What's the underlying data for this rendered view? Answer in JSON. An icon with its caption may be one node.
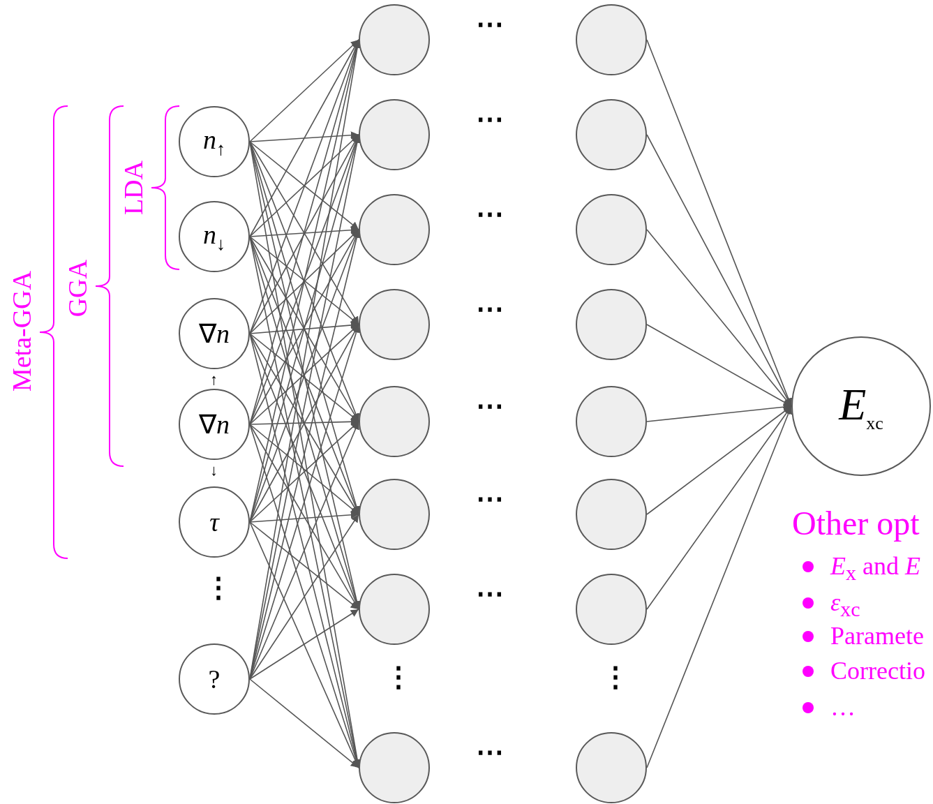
{
  "diagram": {
    "nodes": [
      {
        "text": [
          "*n*$_{↑}$"
        ]
      },
      {
        "text": [
          "*n*$_{↓}$"
        ]
      },
      {
        "text": [
          "∇*n*"
        ],
        "beside": [
          "↑"
        ]
      },
      {
        "text": [
          "∇*n*"
        ],
        "beside": [
          "↓"
        ]
      },
      {
        "text": [
          "*τ*"
        ]
      },
      {
        "text": [
          "?"
        ]
      },
      {
        "text": [],
        "shape": "circle"
      },
      {
        "text": [],
        "shape": "circle"
      },
      {
        "text": [],
        "shape": "circle"
      },
      {
        "text": [],
        "shape": "circle"
      },
      {
        "text": [],
        "shape": "circle"
      },
      {
        "text": [],
        "shape": "circle"
      },
      {
        "text": [],
        "shape": "circle"
      },
      {
        "text": [],
        "shape": "circle"
      },
      {
        "text": [],
        "shape": "circle"
      },
      {
        "text": [],
        "shape": "circle"
      },
      {
        "text": [],
        "shape": "circle"
      },
      {
        "text": [],
        "shape": "circle"
      },
      {
        "text": [],
        "shape": "circle"
      },
      {
        "text": [],
        "shape": "circle"
      },
      {
        "text": [],
        "shape": "circle"
      },
      {
        "text": [],
        "shape": "circle"
      },
      {
        "text": [
          "*E*$_{xc}$"
        ]
      }
    ],
    "edges": [
      {
        "from": 0,
        "to": 6,
        "arrow": "to"
      },
      {
        "from": 0,
        "to": 7,
        "arrow": "to"
      },
      {
        "from": 0,
        "to": 8,
        "arrow": "to"
      },
      {
        "from": 0,
        "to": 9,
        "arrow": "to"
      },
      {
        "from": 0,
        "to": 10,
        "arrow": "to"
      },
      {
        "from": 0,
        "to": 11,
        "arrow": "to"
      },
      {
        "from": 0,
        "to": 12,
        "arrow": "to"
      },
      {
        "from": 0,
        "to": 13,
        "arrow": "to"
      },
      {
        "from": 1,
        "to": 6,
        "arrow": "to"
      },
      {
        "from": 1,
        "to": 7,
        "arrow": "to"
      },
      {
        "from": 1,
        "to": 8,
        "arrow": "to"
      },
      {
        "from": 1,
        "to": 9,
        "arrow": "to"
      },
      {
        "from": 1,
        "to": 10,
        "arrow": "to"
      },
      {
        "from": 1,
        "to": 11,
        "arrow": "to"
      },
      {
        "from": 1,
        "to": 12,
        "arrow": "to"
      },
      {
        "from": 1,
        "to": 13,
        "arrow": "to"
      },
      {
        "from": 2,
        "to": 6,
        "arrow": "to"
      },
      {
        "from": 2,
        "to": 7,
        "arrow": "to"
      },
      {
        "from": 2,
        "to": 8,
        "arrow": "to"
      },
      {
        "from": 2,
        "to": 9,
        "arrow": "to"
      },
      {
        "from": 2,
        "to": 10,
        "arrow": "to"
      },
      {
        "from": 2,
        "to": 11,
        "arrow": "to"
      },
      {
        "from": 2,
        "to": 12,
        "arrow": "to"
      },
      {
        "from": 2,
        "to": 13,
        "arrow": "to"
      },
      {
        "from": 3,
        "to": 6,
        "arrow": "to"
      },
      {
        "from": 3,
        "to": 7,
        "arrow": "to"
      },
      {
        "from": 3,
        "to": 8,
        "arrow": "to"
      },
      {
        "from": 3,
        "to": 9,
        "arrow": "to"
      },
      {
        "from": 3,
        "to": 10,
        "arrow": "to"
      },
      {
        "from": 3,
        "to": 11,
        "arrow": "to"
      },
      {
        "from": 3,
        "to": 12,
        "arrow": "to"
      },
      {
        "from": 3,
        "to": 13,
        "arrow": "to"
      },
      {
        "from": 4,
        "to": 6,
        "arrow": "to"
      },
      {
        "from": 4,
        "to": 7,
        "arrow": "to"
      },
      {
        "from": 4,
        "to": 8,
        "arrow": "to"
      },
      {
        "from": 4,
        "to": 9,
        "arrow": "to"
      },
      {
        "from": 4,
        "to": 10,
        "arrow": "to"
      },
      {
        "from": 4,
        "to": 11,
        "arrow": "to"
      },
      {
        "from": 4,
        "to": 12,
        "arrow": "to"
      },
      {
        "from": 4,
        "to": 13,
        "arrow": "to"
      },
      {
        "from": 5,
        "to": 6,
        "arrow": "to"
      },
      {
        "from": 5,
        "to": 7,
        "arrow": "to"
      },
      {
        "from": 5,
        "to": 8,
        "arrow": "to"
      },
      {
        "from": 5,
        "to": 9,
        "arrow": "to"
      },
      {
        "from": 5,
        "to": 10,
        "arrow": "to"
      },
      {
        "from": 5,
        "to": 11,
        "arrow": "to"
      },
      {
        "from": 5,
        "to": 12,
        "arrow": "to"
      },
      {
        "from": 5,
        "to": 13,
        "arrow": "to"
      },
      {
        "from": 14,
        "to": 22,
        "arrow": "to"
      },
      {
        "from": 15,
        "to": 22,
        "arrow": "to"
      },
      {
        "from": 16,
        "to": 22,
        "arrow": "to"
      },
      {
        "from": 17,
        "to": 22,
        "arrow": "to"
      },
      {
        "from": 18,
        "to": 22,
        "arrow": "to"
      },
      {
        "from": 19,
        "to": 22,
        "arrow": "to"
      },
      {
        "from": 20,
        "to": 22,
        "arrow": "to"
      },
      {
        "from": 21,
        "to": 22,
        "arrow": "to"
      }
    ],
    "labels": [
      "Meta-GGA",
      "GGA",
      "LDA",
      "⋮",
      "⋮",
      "⋮",
      "⋯",
      "⋯",
      "⋯",
      "⋯",
      "⋯",
      "⋯",
      "⋯",
      "⋯",
      "Other opt",
      "*E*$_{x}$ and *E*",
      "*ε*$_{xc}$",
      "Paramete",
      "Correctio",
      "…"
    ]
  }
}
